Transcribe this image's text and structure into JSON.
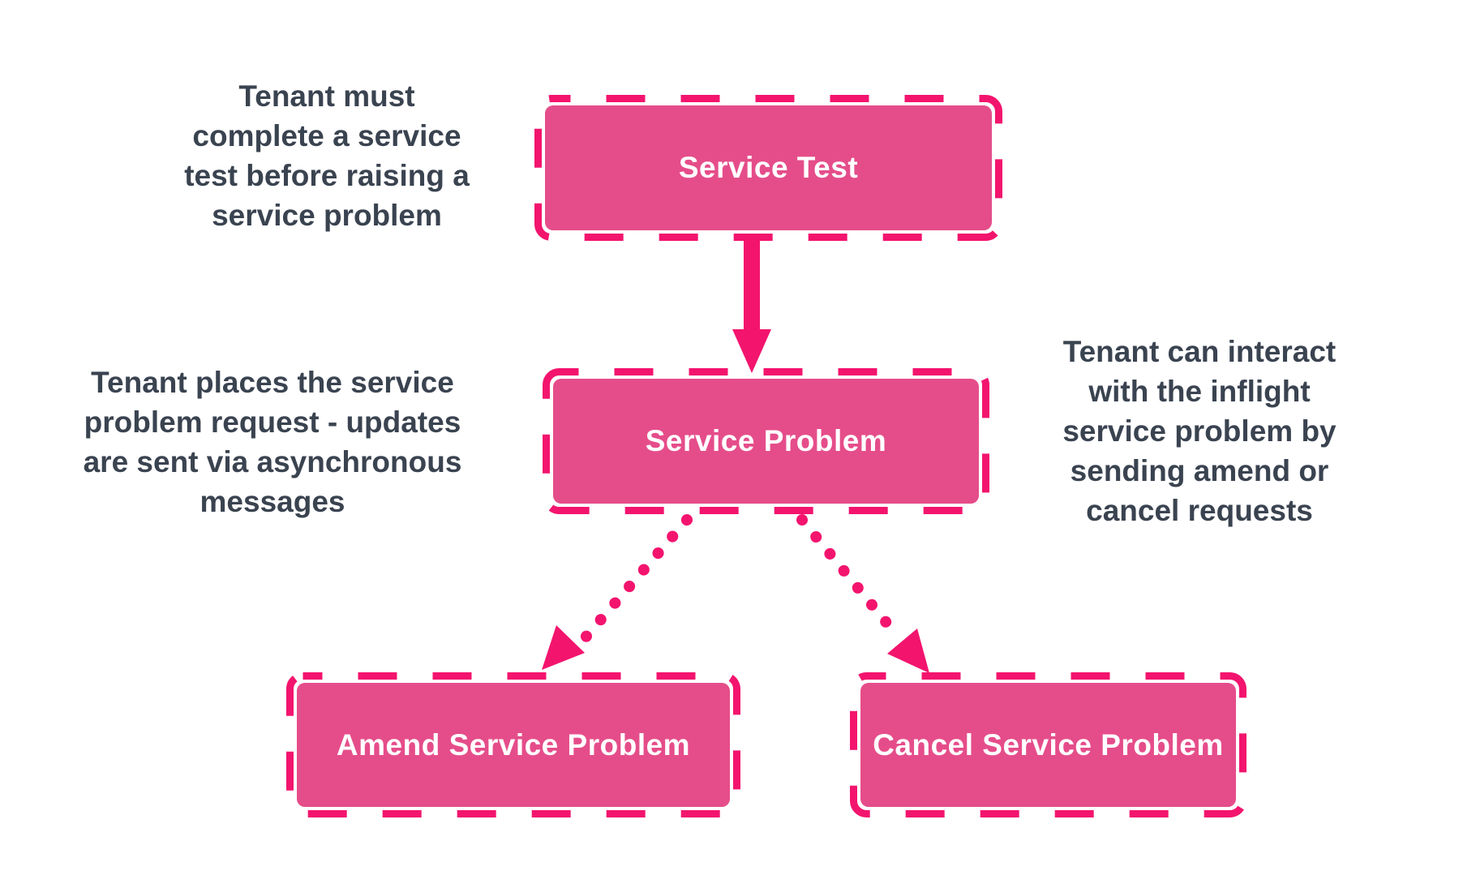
{
  "colors": {
    "background": "#ffffff",
    "node_fill": "#e54d8a",
    "node_stroke": "#f3146e",
    "node_label_text": "#ffffff",
    "annotation_text": "#3a4350"
  },
  "nodes": {
    "service_test": {
      "label": "Service Test"
    },
    "service_problem": {
      "label": "Service Problem"
    },
    "amend_service_problem": {
      "label": "Amend Service Problem"
    },
    "cancel_service_problem": {
      "label": "Cancel Service Problem"
    }
  },
  "annotations": {
    "service_test_note": {
      "lines": [
        "Tenant must",
        "complete a service",
        "test before raising a",
        "service problem"
      ]
    },
    "service_problem_note": {
      "lines": [
        "Tenant places the service",
        "problem request - updates",
        "are sent via asynchronous",
        "messages"
      ]
    },
    "interaction_note": {
      "lines": [
        "Tenant can interact",
        "with the inflight",
        "service problem by",
        "sending amend or",
        "cancel requests"
      ]
    }
  },
  "edges": [
    {
      "from": "Service Test",
      "to": "Service Problem",
      "style": "solid-arrow"
    },
    {
      "from": "Service Problem",
      "to": "Amend Service Problem",
      "style": "dotted-arrow"
    },
    {
      "from": "Service Problem",
      "to": "Cancel Service Problem",
      "style": "dotted-arrow"
    }
  ]
}
